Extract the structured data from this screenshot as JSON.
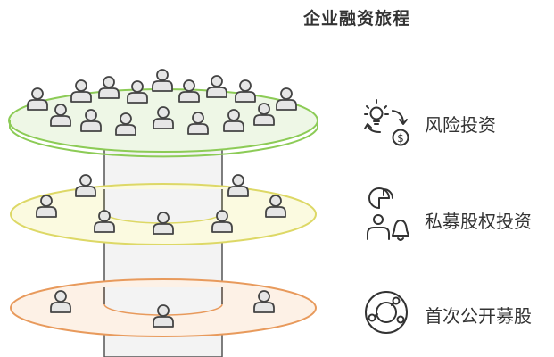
{
  "title": "企业融资旅程",
  "tiers": [
    {
      "label": "风险投资",
      "icon": "idea-to-money-icon",
      "fill": "#eef7e6",
      "stroke": "#8ccb56"
    },
    {
      "label": "私募股权投资",
      "icon": "chart-user-bell-icon",
      "fill": "#fbfae0",
      "stroke": "#ddd866"
    },
    {
      "label": "首次公开募股",
      "icon": "circle-network-icon",
      "fill": "#fdf1e6",
      "stroke": "#e89a5c"
    }
  ],
  "colors": {
    "pillar": "#f3f3f3",
    "pillar_stroke": "#555555",
    "person": "#e6e6e6",
    "person_stroke": "#444444"
  }
}
